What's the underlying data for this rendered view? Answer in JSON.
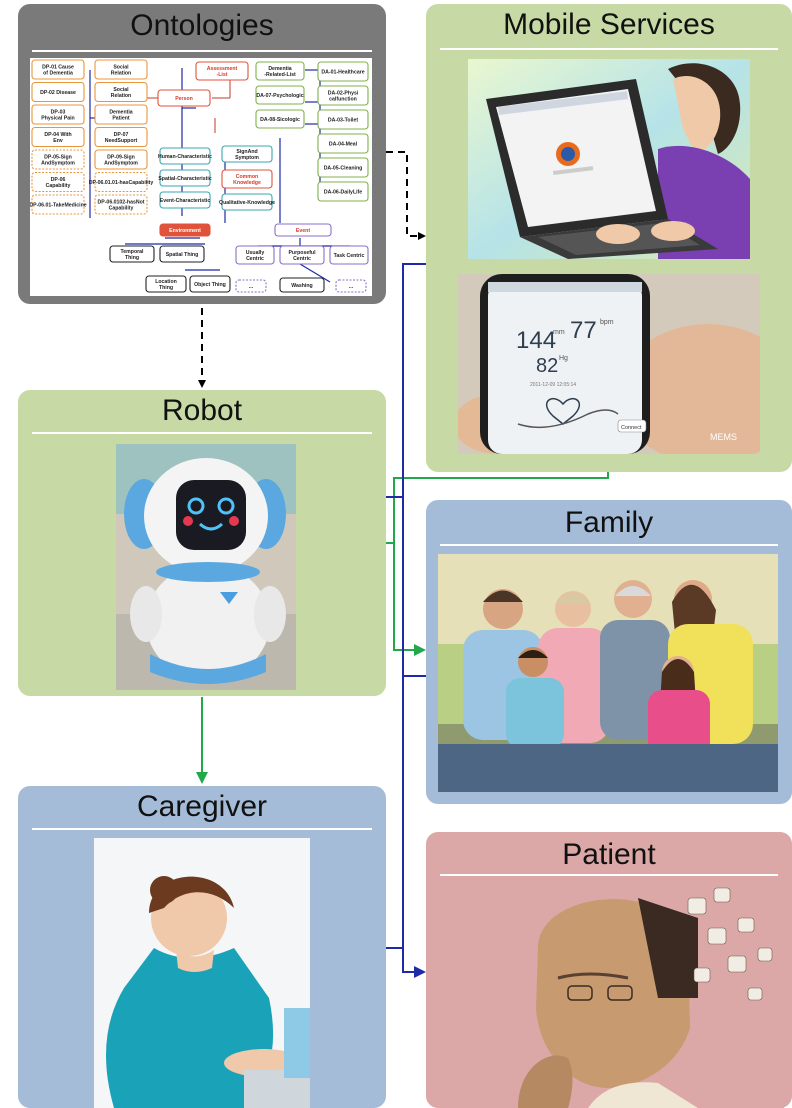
{
  "panels": {
    "ontologies": {
      "title": "Ontologies",
      "color": "#7a7a7a"
    },
    "mobile": {
      "title": "Mobile Services",
      "color": "#c7d9a5"
    },
    "robot": {
      "title": "Robot",
      "color": "#c7d9a5"
    },
    "family": {
      "title": "Family",
      "color": "#a4bcd8"
    },
    "caregiver": {
      "title": "Caregiver",
      "color": "#a4bcd8"
    },
    "patient": {
      "title": "Patient",
      "color": "#dba7a7"
    }
  },
  "ontology_diagram": {
    "left_col": [
      "DP-01 Cause of Dementia",
      "DP-02 Disease",
      "DP-03 Physical Pain",
      "DP-04 With Env",
      "DP-05-Sign AndSymptom",
      "DP-06 Capability",
      "DP-06.01-TakeMedicine"
    ],
    "mid_col": [
      "Social Relation",
      "Social Relation",
      "Dementia Patient",
      "DP-07 NeedSupport",
      "DP-09-Sign AndSymptom",
      "DP-06.01.01-hasCapability",
      "DP-06.0102-hasNot Capability"
    ],
    "center": [
      "Human-Characteristic",
      "Spatial-Characteristic",
      "Event-Characteristic",
      "SignAnd Symptom",
      "Common Knowledge",
      "Qualitative-Knowledge"
    ],
    "right_a": [
      "Dementia -Related-List",
      "DA-07-Psychologic",
      "DA-08-Sicologic"
    ],
    "right_b": [
      "DA-01-Healthcare",
      "DA-02-Physi calfunction",
      "DA-03-Toilet",
      "DA-04-Meal",
      "DA-05-Cleaning",
      "DA-06-DailyLife"
    ],
    "assessment": "Assessment -List",
    "person": "Person",
    "environment": "Environment",
    "env_children": [
      "Temporal Thing",
      "Spatial Thing",
      "Location Thing",
      "Object Thing"
    ],
    "event": "Event",
    "event_children": [
      "Usually Centric",
      "Purposeful Centric",
      "Task Centric",
      "...",
      "Washing",
      "..."
    ]
  },
  "phone_screen": {
    "v1": "144",
    "u1": "mm",
    "v2": "77",
    "u2": "bpm",
    "v3": "82",
    "u3": "Hg",
    "date": "2011-12-09 12:05:14",
    "button": "Connect",
    "watermark": "MEMS"
  },
  "colors": {
    "green_arrow": "#22a84a",
    "blue_arrow": "#1f2aa8",
    "dash_arrow": "#000000"
  }
}
